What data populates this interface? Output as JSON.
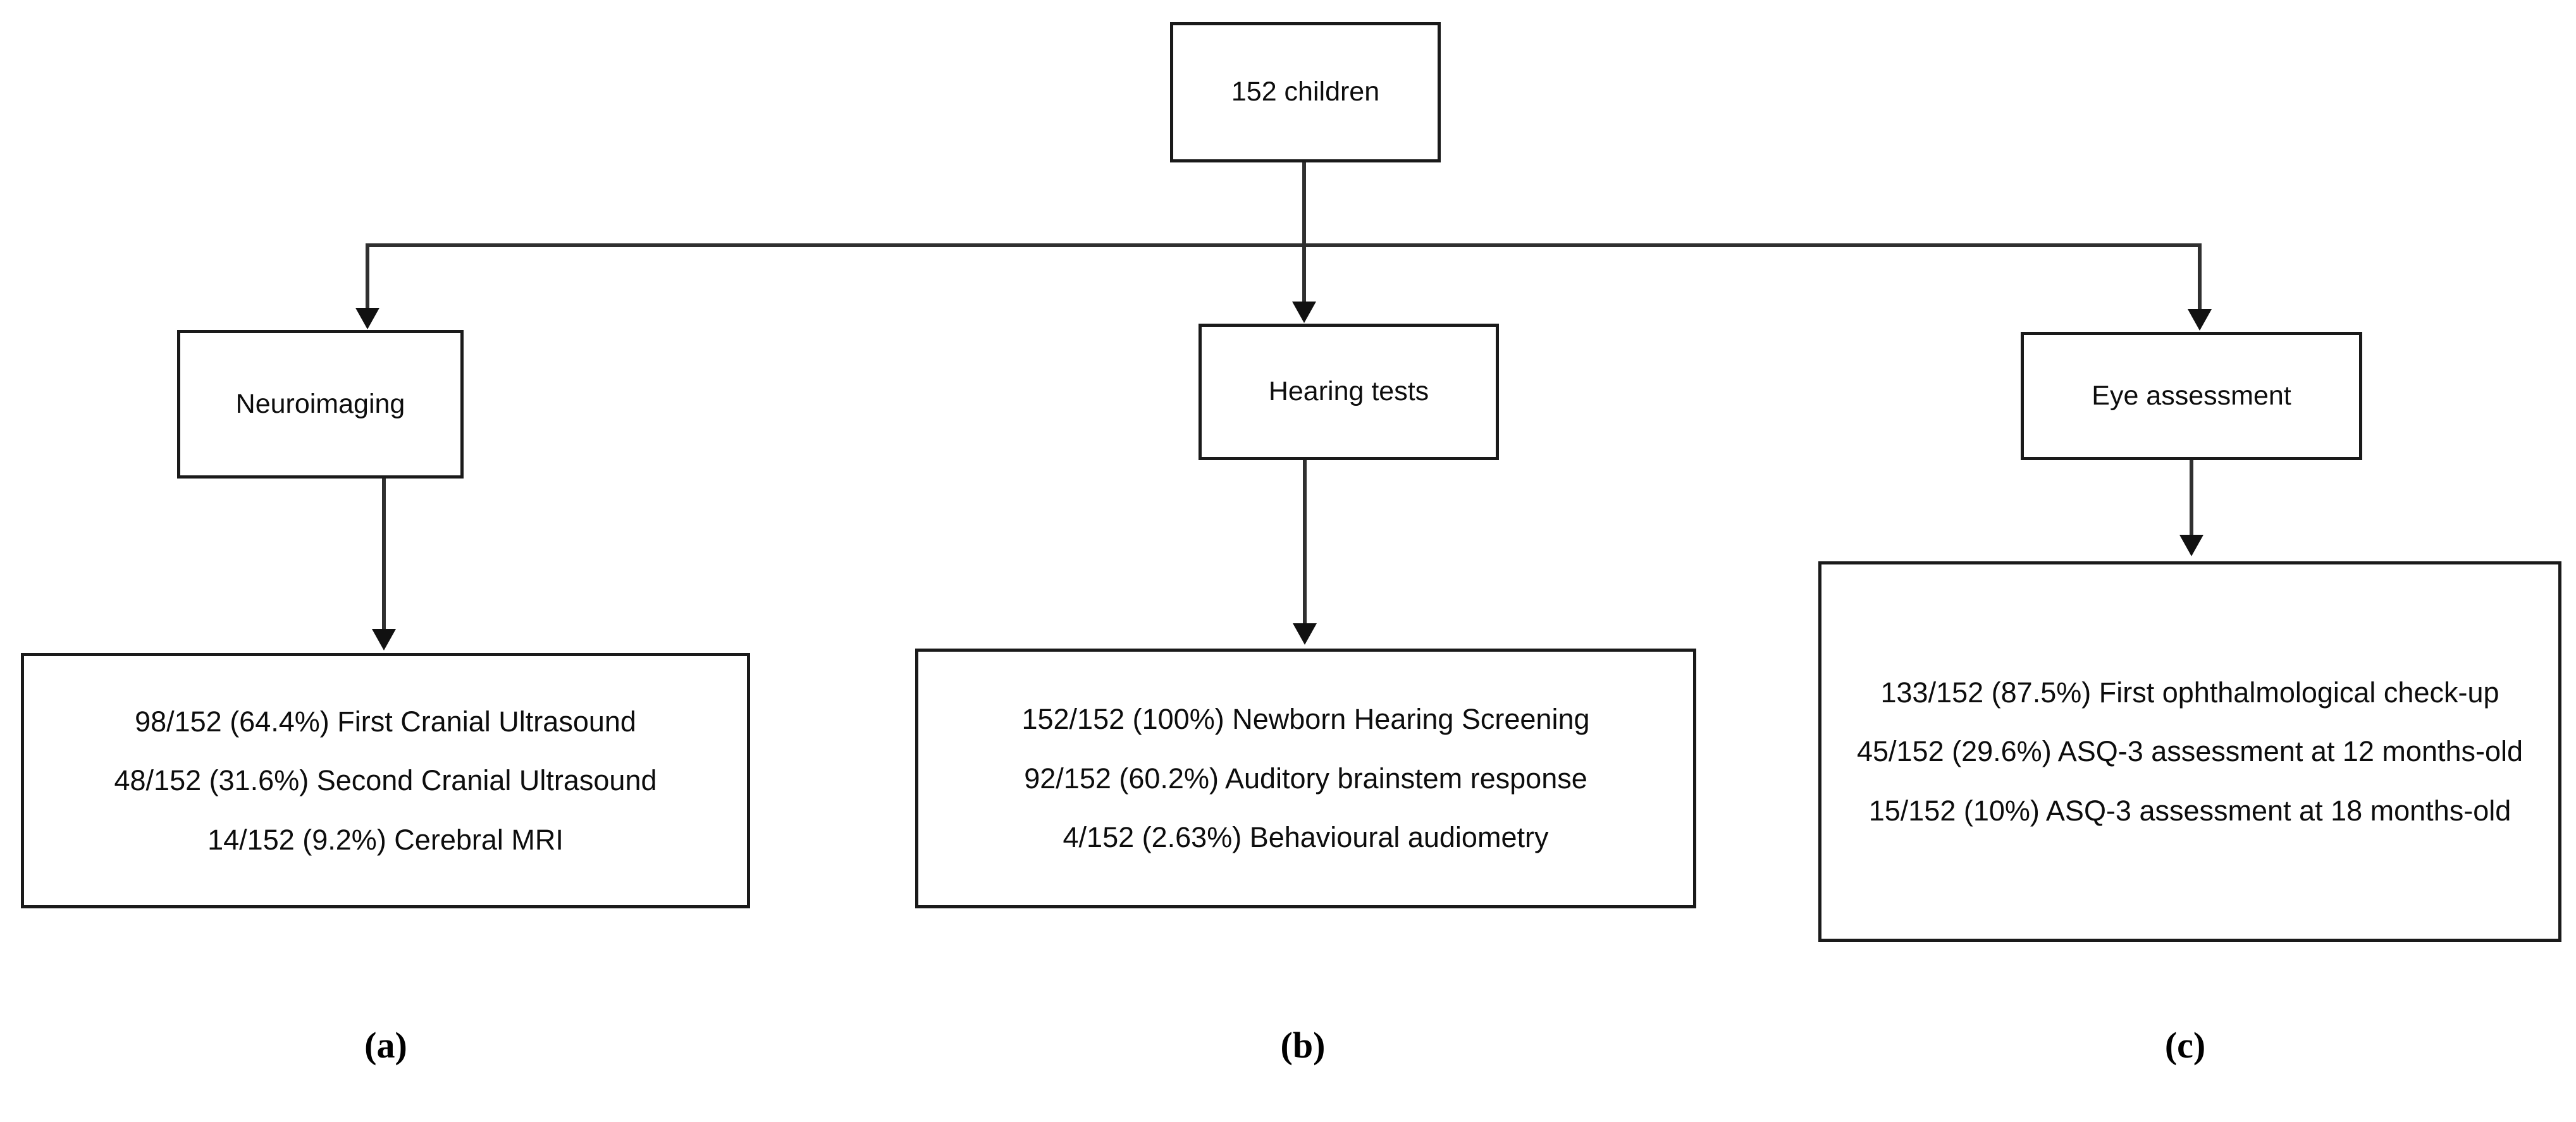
{
  "figure": {
    "root": {
      "label": "152 children"
    },
    "branches": [
      {
        "key": "neuroimaging",
        "title": "Neuroimaging",
        "caption": "(a)",
        "items": [
          "98/152 (64.4%) First Cranial Ultrasound",
          "48/152 (31.6%) Second Cranial Ultrasound",
          "14/152 (9.2%) Cerebral MRI"
        ]
      },
      {
        "key": "hearing-tests",
        "title": "Hearing tests",
        "caption": "(b)",
        "items": [
          "152/152 (100%) Newborn Hearing Screening",
          "92/152 (60.2%) Auditory brainstem response",
          "4/152 (2.63%) Behavioural audiometry"
        ]
      },
      {
        "key": "eye-assessment",
        "title": "Eye assessment",
        "caption": "(c)",
        "items": [
          "133/152 (87.5%) First ophthalmological check-up",
          "45/152 (29.6%) ASQ-3 assessment at 12 months-old",
          "15/152 (10%) ASQ-3 assessment at 18 months-old"
        ]
      }
    ],
    "colors": {
      "border": "#1a1a1a",
      "connector": "#303030",
      "text": "#0d0d0d",
      "background": "#ffffff"
    }
  }
}
